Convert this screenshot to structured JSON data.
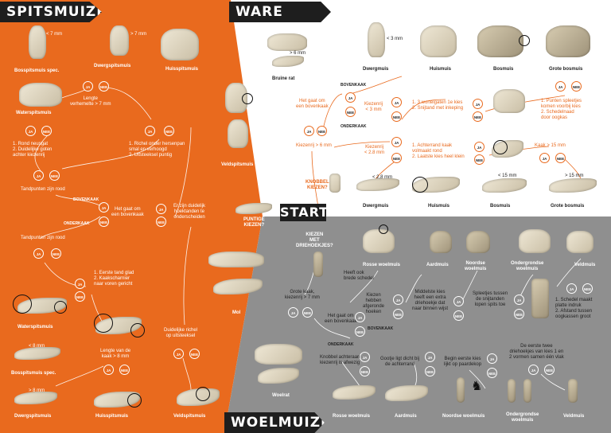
{
  "headers": {
    "shrews": "SPITSMUIZEN",
    "house_mice": "WARE MUIZEN",
    "voles": "WOELMUIZEN",
    "start": "START"
  },
  "answers": {
    "yes": "JA",
    "no": "NEE"
  },
  "tags": {
    "upper": "BOVENKAAK",
    "lower": "ONDERKAAK"
  },
  "colors": {
    "orange": "#e96a1e",
    "grey": "#8f8f8f",
    "white": "#ffffff",
    "black": "#1e1e1e"
  },
  "shrews": {
    "top_species": {
      "bospitsmuis_spec": "Bosspitsmuis spec.",
      "dwergspitsmuis": "Dwergspitsmuis",
      "huisspitsmuis": "Huisspitsmuis",
      "waterspitsmuis": "Waterspitsmuis",
      "veldspitsmuis": "Veldspitsmuis"
    },
    "measure_7": "< 7 mm",
    "measure_7b": "> 7 mm",
    "q_length": "Lengte\nverhemelte > 7 mm",
    "q_groove": "1. Rond neusgat\n2. Duidelijke goten\nachter kiezenrij",
    "q_ridge": "1. Richel onder hersenpan\nsmal en verhoogd\n2. Uitsteeksel puntig",
    "q_red_tips_top": "Tandpunten zijn rood",
    "q_upper_jaw": "Het gaat om\neen bovenkaak",
    "q_gaps": "Er zijn duidelijk\nhoektanden te\nonderscheiden",
    "q_red_tips_bottom": "Tandpunten zijn rood",
    "q_first_tooth": "1. Eerste tand glad\n2. Kaakscharnier\nnaar voren gericht",
    "q_jaw_length": "Lengte van de\nkaak > 8 mm",
    "q_clear_ridge": "Duidelijke richel\nop uitsteeksel",
    "pointed_teeth": "PUNTIGE\nKIEZEN?",
    "mol": "Mol",
    "bottom_species": {
      "waterspitsmuis": "Waterspitsmuis",
      "bospitsmuis_spec": "Bosspitsmuis spec.",
      "dwergspitsmuis": "Dwergspitsmuis",
      "huisspitsmuis": "Huisspitsmuis",
      "veldspitsmuis": "Veldspitsmuis"
    },
    "m8a": "< 8 mm",
    "m8b": "> 8 mm"
  },
  "house_mice": {
    "bruine_rat": "Bruine rat",
    "m6": "> 6 mm",
    "top_species": {
      "dwergmuis": "Dwergmuis",
      "huismuis": "Huismuis",
      "bosmuis": "Bosmuis",
      "grote_bosmuis": "Grote bosmuis"
    },
    "m3": "< 3 mm",
    "q_upper": "Het gaat om\neen bovenkaak",
    "q_row3": "Kiezenrij\n< 3 mm",
    "q_roots": "1. 3 wortelgaten 1e kies\n2. Snijtand met inkeping",
    "q_spikes": "1. Punten spleetjes\nkomen voorbij kies\n2. Schedelnaad\ndoor oogkas",
    "q_row6": "Kiezenrij > 6 mm",
    "q_row28": "Kiezenrij\n< 2.8 mm",
    "q_molar": "1. Achterrand kaak\nvolmaakt rond\n2. Laatste kies heel klein",
    "q_jaw15": "Kaak > 15 mm",
    "knobbly": "KNOBBEL\nKIEZEN?",
    "bottom_species": {
      "dwergmuis": "Dwergmuis",
      "huismuis": "Huismuis",
      "bosmuis": "Bosmuis",
      "grote_bosmuis": "Grote bosmuis"
    },
    "m28": "< 2,8 mm",
    "m15a": "< 15 mm",
    "m15b": "> 15 mm"
  },
  "voles": {
    "triangles": "KIEZEN\nMET\nDRIEHOEKJES?",
    "top_species": {
      "rosse_woelmuis": "Rosse woelmuis",
      "aardmuis": "Aardmuis",
      "noordse_woelmuis": "Noordse\nwoelmuis",
      "ondergrondse_woelmuis": "Ondergrondse\nwoelmuis",
      "veldmuis": "Veldmuis"
    },
    "q_skull": "Heeft ook\nbrede schedel",
    "q_big": "Grote kaak,\nkiezenrij > 7 mm",
    "q_rounded": "Kiezen\nhebben\nafgeronde\nhoeken",
    "q_middle": "Middelste kies\nheeft een extra\ndriehoekje dat\nnaar binnen wijst",
    "q_slits": "Spleetjes tussen\nde snijtanden\nlopen spits toe",
    "q_flat": "1. Schedel maakt\nplatte indruk\n2. Afstand tussen\noogkassen groot",
    "q_upper": "Het gaat om\neen bovenkaak",
    "woelrat": "Woelrat",
    "q_knob": "Knobbel achteraan\nkiezenrij is afwezig",
    "q_groove": "Gootje ligt dicht bij\nde achterrand",
    "q_begin": "Begin eerste kies\nlijkt op paardekop",
    "q_two": "De eerste twee\ndriehoekjes van kies 1 en\n2 vormen samen één vlak",
    "bottom_species": {
      "rosse_woelmuis": "Rosse woelmuis",
      "aardmuis": "Aardmuis",
      "noordse_woelmuis": "Noordse woelmuis",
      "ondergrondse_woelmuis": "Ondergrondse\nwoelmuis",
      "veldmuis": "Veldmuis"
    }
  }
}
